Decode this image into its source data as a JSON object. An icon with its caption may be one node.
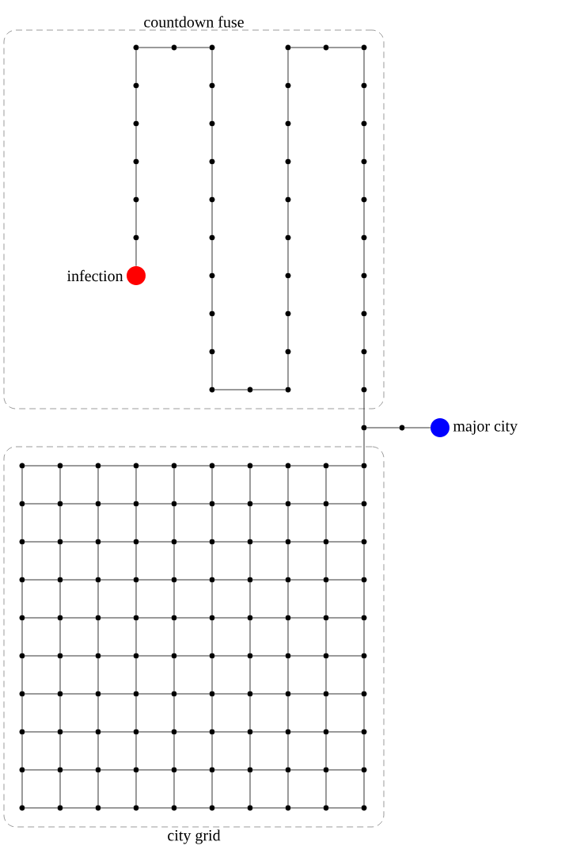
{
  "diagram": {
    "nodes": [
      {
        "text": [
          "countdown fuse"
        ]
      },
      {
        "text": [],
        "shape": "circle",
        "beside": [
          "infection"
        ],
        "in": 0
      },
      {
        "text": [],
        "shape": "circle",
        "in": 0
      },
      {
        "text": [],
        "shape": "circle",
        "in": 0
      },
      {
        "text": [],
        "shape": "circle",
        "in": 0
      },
      {
        "text": [],
        "shape": "circle",
        "in": 0
      },
      {
        "text": [],
        "shape": "circle",
        "in": 0
      },
      {
        "text": [],
        "shape": "circle",
        "in": 0
      },
      {
        "text": [],
        "shape": "circle",
        "in": 0
      },
      {
        "text": [],
        "shape": "circle",
        "in": 0
      },
      {
        "text": [],
        "shape": "circle",
        "in": 0
      },
      {
        "text": [],
        "shape": "circle",
        "in": 0
      },
      {
        "text": [],
        "shape": "circle",
        "in": 0
      },
      {
        "text": [],
        "shape": "circle",
        "in": 0
      },
      {
        "text": [],
        "shape": "circle",
        "in": 0
      },
      {
        "text": [],
        "shape": "circle",
        "in": 0
      },
      {
        "text": [],
        "shape": "circle",
        "in": 0
      },
      {
        "text": [],
        "shape": "circle",
        "in": 0
      },
      {
        "text": [],
        "shape": "circle",
        "in": 0
      },
      {
        "text": [],
        "shape": "circle",
        "in": 0
      },
      {
        "text": [],
        "shape": "circle",
        "in": 0
      },
      {
        "text": [],
        "shape": "circle",
        "in": 0
      },
      {
        "text": [],
        "shape": "circle",
        "in": 0
      },
      {
        "text": [],
        "shape": "circle",
        "in": 0
      },
      {
        "text": [],
        "shape": "circle",
        "in": 0
      },
      {
        "text": [],
        "shape": "circle",
        "in": 0
      },
      {
        "text": [],
        "shape": "circle",
        "in": 0
      },
      {
        "text": [],
        "shape": "circle",
        "in": 0
      },
      {
        "text": [],
        "shape": "circle",
        "in": 0
      },
      {
        "text": [],
        "shape": "circle",
        "in": 0
      },
      {
        "text": [],
        "shape": "circle",
        "in": 0
      },
      {
        "text": [],
        "shape": "circle",
        "in": 0
      },
      {
        "text": [],
        "shape": "circle",
        "in": 0
      },
      {
        "text": [],
        "shape": "circle",
        "in": 0
      },
      {
        "text": [],
        "shape": "circle",
        "in": 0
      },
      {
        "text": [],
        "shape": "circle",
        "in": 0
      },
      {
        "text": [],
        "shape": "circle",
        "in": 0
      },
      {
        "text": [],
        "shape": "circle",
        "in": 0
      },
      {
        "text": [],
        "shape": "circle",
        "in": 0
      },
      {
        "text": [],
        "shape": "circle",
        "in": 0
      },
      {
        "text": [],
        "shape": "circle",
        "in": 0
      },
      {
        "text": [],
        "shape": "circle"
      },
      {
        "text": [],
        "shape": "circle"
      },
      {
        "text": [],
        "shape": "circle",
        "beside": [
          "major city"
        ]
      },
      {
        "text": [
          "city grid"
        ]
      },
      {
        "text": [],
        "shape": "circle",
        "in": 44
      },
      {
        "text": [],
        "shape": "circle",
        "in": 44
      },
      {
        "text": [],
        "shape": "circle",
        "in": 44
      },
      {
        "text": [],
        "shape": "circle",
        "in": 44
      },
      {
        "text": [],
        "shape": "circle",
        "in": 44
      },
      {
        "text": [],
        "shape": "circle",
        "in": 44
      },
      {
        "text": [],
        "shape": "circle",
        "in": 44
      },
      {
        "text": [],
        "shape": "circle",
        "in": 44
      },
      {
        "text": [],
        "shape": "circle",
        "in": 44
      },
      {
        "text": [],
        "shape": "circle",
        "in": 44
      },
      {
        "text": [],
        "shape": "circle",
        "in": 44
      },
      {
        "text": [],
        "shape": "circle",
        "in": 44
      },
      {
        "text": [],
        "shape": "circle",
        "in": 44
      },
      {
        "text": [],
        "shape": "circle",
        "in": 44
      },
      {
        "text": [],
        "shape": "circle",
        "in": 44
      },
      {
        "text": [],
        "shape": "circle",
        "in": 44
      },
      {
        "text": [],
        "shape": "circle",
        "in": 44
      },
      {
        "text": [],
        "shape": "circle",
        "in": 44
      },
      {
        "text": [],
        "shape": "circle",
        "in": 44
      },
      {
        "text": [],
        "shape": "circle",
        "in": 44
      },
      {
        "text": [],
        "shape": "circle",
        "in": 44
      },
      {
        "text": [],
        "shape": "circle",
        "in": 44
      },
      {
        "text": [],
        "shape": "circle",
        "in": 44
      },
      {
        "text": [],
        "shape": "circle",
        "in": 44
      },
      {
        "text": [],
        "shape": "circle",
        "in": 44
      },
      {
        "text": [],
        "shape": "circle",
        "in": 44
      },
      {
        "text": [],
        "shape": "circle",
        "in": 44
      },
      {
        "text": [],
        "shape": "circle",
        "in": 44
      },
      {
        "text": [],
        "shape": "circle",
        "in": 44
      },
      {
        "text": [],
        "shape": "circle",
        "in": 44
      },
      {
        "text": [],
        "shape": "circle",
        "in": 44
      },
      {
        "text": [],
        "shape": "circle",
        "in": 44
      },
      {
        "text": [],
        "shape": "circle",
        "in": 44
      },
      {
        "text": [],
        "shape": "circle",
        "in": 44
      },
      {
        "text": [],
        "shape": "circle",
        "in": 44
      },
      {
        "text": [],
        "shape": "circle",
        "in": 44
      },
      {
        "text": [],
        "shape": "circle",
        "in": 44
      },
      {
        "text": [],
        "shape": "circle",
        "in": 44
      },
      {
        "text": [],
        "shape": "circle",
        "in": 44
      },
      {
        "text": [],
        "shape": "circle",
        "in": 44
      },
      {
        "text": [],
        "shape": "circle",
        "in": 44
      },
      {
        "text": [],
        "shape": "circle",
        "in": 44
      },
      {
        "text": [],
        "shape": "circle",
        "in": 44
      },
      {
        "text": [],
        "shape": "circle",
        "in": 44
      },
      {
        "text": [],
        "shape": "circle",
        "in": 44
      },
      {
        "text": [],
        "shape": "circle",
        "in": 44
      },
      {
        "text": [],
        "shape": "circle",
        "in": 44
      },
      {
        "text": [],
        "shape": "circle",
        "in": 44
      },
      {
        "text": [],
        "shape": "circle",
        "in": 44
      },
      {
        "text": [],
        "shape": "circle",
        "in": 44
      },
      {
        "text": [],
        "shape": "circle",
        "in": 44
      },
      {
        "text": [],
        "shape": "circle",
        "in": 44
      },
      {
        "text": [],
        "shape": "circle",
        "in": 44
      },
      {
        "text": [],
        "shape": "circle",
        "in": 44
      },
      {
        "text": [],
        "shape": "circle",
        "in": 44
      },
      {
        "text": [],
        "shape": "circle",
        "in": 44
      },
      {
        "text": [],
        "shape": "circle",
        "in": 44
      },
      {
        "text": [],
        "shape": "circle",
        "in": 44
      },
      {
        "text": [],
        "shape": "circle",
        "in": 44
      },
      {
        "text": [],
        "shape": "circle",
        "in": 44
      },
      {
        "text": [],
        "shape": "circle",
        "in": 44
      },
      {
        "text": [],
        "shape": "circle",
        "in": 44
      },
      {
        "text": [],
        "shape": "circle",
        "in": 44
      },
      {
        "text": [],
        "shape": "circle",
        "in": 44
      },
      {
        "text": [],
        "shape": "circle",
        "in": 44
      },
      {
        "text": [],
        "shape": "circle",
        "in": 44
      },
      {
        "text": [],
        "shape": "circle",
        "in": 44
      },
      {
        "text": [],
        "shape": "circle",
        "in": 44
      },
      {
        "text": [],
        "shape": "circle",
        "in": 44
      },
      {
        "text": [],
        "shape": "circle",
        "in": 44
      },
      {
        "text": [],
        "shape": "circle",
        "in": 44
      },
      {
        "text": [],
        "shape": "circle",
        "in": 44
      },
      {
        "text": [],
        "shape": "circle",
        "in": 44
      },
      {
        "text": [],
        "shape": "circle",
        "in": 44
      },
      {
        "text": [],
        "shape": "circle",
        "in": 44
      },
      {
        "text": [],
        "shape": "circle",
        "in": 44
      },
      {
        "text": [],
        "shape": "circle",
        "in": 44
      },
      {
        "text": [],
        "shape": "circle",
        "in": 44
      },
      {
        "text": [],
        "shape": "circle",
        "in": 44
      },
      {
        "text": [],
        "shape": "circle",
        "in": 44
      },
      {
        "text": [],
        "shape": "circle",
        "in": 44
      },
      {
        "text": [],
        "shape": "circle",
        "in": 44
      },
      {
        "text": [],
        "shape": "circle",
        "in": 44
      },
      {
        "text": [],
        "shape": "circle",
        "in": 44
      },
      {
        "text": [],
        "shape": "circle",
        "in": 44
      },
      {
        "text": [],
        "shape": "circle",
        "in": 44
      },
      {
        "text": [],
        "shape": "circle",
        "in": 44
      },
      {
        "text": [],
        "shape": "circle",
        "in": 44
      },
      {
        "text": [],
        "shape": "circle",
        "in": 44
      },
      {
        "text": [],
        "shape": "circle",
        "in": 44
      },
      {
        "text": [],
        "shape": "circle",
        "in": 44
      },
      {
        "text": [],
        "shape": "circle",
        "in": 44
      },
      {
        "text": [],
        "shape": "circle",
        "in": 44
      },
      {
        "text": [],
        "shape": "circle",
        "in": 44
      },
      {
        "text": [],
        "shape": "circle",
        "in": 44
      },
      {
        "text": [],
        "shape": "circle",
        "in": 44
      },
      {
        "text": [],
        "shape": "circle",
        "in": 44
      },
      {
        "text": [],
        "shape": "circle",
        "in": 44
      },
      {
        "text": [],
        "shape": "circle",
        "in": 44
      },
      {
        "text": [],
        "shape": "circle",
        "in": 44
      }
    ],
    "edges": [
      {
        "from": 1,
        "to": 2,
        "arrow": "none"
      },
      {
        "from": 2,
        "to": 3,
        "arrow": "none"
      },
      {
        "from": 3,
        "to": 4,
        "arrow": "none"
      },
      {
        "from": 4,
        "to": 5,
        "arrow": "none"
      },
      {
        "from": 5,
        "to": 6,
        "arrow": "none"
      },
      {
        "from": 6,
        "to": 7,
        "arrow": "none"
      },
      {
        "from": 7,
        "to": 8,
        "arrow": "none"
      },
      {
        "from": 8,
        "to": 9,
        "arrow": "none"
      },
      {
        "from": 9,
        "to": 10,
        "arrow": "none"
      },
      {
        "from": 10,
        "to": 11,
        "arrow": "none"
      },
      {
        "from": 11,
        "to": 12,
        "arrow": "none"
      },
      {
        "from": 12,
        "to": 13,
        "arrow": "none"
      },
      {
        "from": 13,
        "to": 14,
        "arrow": "none"
      },
      {
        "from": 14,
        "to": 15,
        "arrow": "none"
      },
      {
        "from": 15,
        "to": 16,
        "arrow": "none"
      },
      {
        "from": 16,
        "to": 17,
        "arrow": "none"
      },
      {
        "from": 17,
        "to": 18,
        "arrow": "none"
      },
      {
        "from": 18,
        "to": 19,
        "arrow": "none"
      },
      {
        "from": 19,
        "to": 20,
        "arrow": "none"
      },
      {
        "from": 20,
        "to": 21,
        "arrow": "none"
      },
      {
        "from": 21,
        "to": 22,
        "arrow": "none"
      },
      {
        "from": 22,
        "to": 23,
        "arrow": "none"
      },
      {
        "from": 23,
        "to": 24,
        "arrow": "none"
      },
      {
        "from": 24,
        "to": 25,
        "arrow": "none"
      },
      {
        "from": 25,
        "to": 26,
        "arrow": "none"
      },
      {
        "from": 26,
        "to": 27,
        "arrow": "none"
      },
      {
        "from": 27,
        "to": 28,
        "arrow": "none"
      },
      {
        "from": 28,
        "to": 29,
        "arrow": "none"
      },
      {
        "from": 29,
        "to": 30,
        "arrow": "none"
      },
      {
        "from": 30,
        "to": 31,
        "arrow": "none"
      },
      {
        "from": 31,
        "to": 32,
        "arrow": "none"
      },
      {
        "from": 32,
        "to": 33,
        "arrow": "none"
      },
      {
        "from": 33,
        "to": 34,
        "arrow": "none"
      },
      {
        "from": 34,
        "to": 35,
        "arrow": "none"
      },
      {
        "from": 35,
        "to": 36,
        "arrow": "none"
      },
      {
        "from": 36,
        "to": 37,
        "arrow": "none"
      },
      {
        "from": 37,
        "to": 38,
        "arrow": "none"
      },
      {
        "from": 38,
        "to": 39,
        "arrow": "none"
      },
      {
        "from": 39,
        "to": 40,
        "arrow": "none"
      },
      {
        "from": 40,
        "to": 41,
        "arrow": "none"
      },
      {
        "from": 41,
        "to": 42,
        "arrow": "none"
      },
      {
        "from": 42,
        "to": 43,
        "arrow": "none"
      },
      {
        "from": 41,
        "to": 54,
        "arrow": "none"
      },
      {
        "from": 45,
        "to": 46,
        "arrow": "none"
      },
      {
        "from": 46,
        "to": 47,
        "arrow": "none"
      },
      {
        "from": 47,
        "to": 48,
        "arrow": "none"
      },
      {
        "from": 48,
        "to": 49,
        "arrow": "none"
      },
      {
        "from": 49,
        "to": 50,
        "arrow": "none"
      },
      {
        "from": 50,
        "to": 51,
        "arrow": "none"
      },
      {
        "from": 51,
        "to": 52,
        "arrow": "none"
      },
      {
        "from": 52,
        "to": 53,
        "arrow": "none"
      },
      {
        "from": 53,
        "to": 54,
        "arrow": "none"
      },
      {
        "from": 55,
        "to": 56,
        "arrow": "none"
      },
      {
        "from": 56,
        "to": 57,
        "arrow": "none"
      },
      {
        "from": 57,
        "to": 58,
        "arrow": "none"
      },
      {
        "from": 58,
        "to": 59,
        "arrow": "none"
      },
      {
        "from": 59,
        "to": 60,
        "arrow": "none"
      },
      {
        "from": 60,
        "to": 61,
        "arrow": "none"
      },
      {
        "from": 61,
        "to": 62,
        "arrow": "none"
      },
      {
        "from": 62,
        "to": 63,
        "arrow": "none"
      },
      {
        "from": 63,
        "to": 64,
        "arrow": "none"
      },
      {
        "from": 65,
        "to": 66,
        "arrow": "none"
      },
      {
        "from": 66,
        "to": 67,
        "arrow": "none"
      },
      {
        "from": 67,
        "to": 68,
        "arrow": "none"
      },
      {
        "from": 68,
        "to": 69,
        "arrow": "none"
      },
      {
        "from": 69,
        "to": 70,
        "arrow": "none"
      },
      {
        "from": 70,
        "to": 71,
        "arrow": "none"
      },
      {
        "from": 71,
        "to": 72,
        "arrow": "none"
      },
      {
        "from": 72,
        "to": 73,
        "arrow": "none"
      },
      {
        "from": 73,
        "to": 74,
        "arrow": "none"
      },
      {
        "from": 75,
        "to": 76,
        "arrow": "none"
      },
      {
        "from": 76,
        "to": 77,
        "arrow": "none"
      },
      {
        "from": 77,
        "to": 78,
        "arrow": "none"
      },
      {
        "from": 78,
        "to": 79,
        "arrow": "none"
      },
      {
        "from": 79,
        "to": 80,
        "arrow": "none"
      },
      {
        "from": 80,
        "to": 81,
        "arrow": "none"
      },
      {
        "from": 81,
        "to": 82,
        "arrow": "none"
      },
      {
        "from": 82,
        "to": 83,
        "arrow": "none"
      },
      {
        "from": 83,
        "to": 84,
        "arrow": "none"
      },
      {
        "from": 85,
        "to": 86,
        "arrow": "none"
      },
      {
        "from": 86,
        "to": 87,
        "arrow": "none"
      },
      {
        "from": 87,
        "to": 88,
        "arrow": "none"
      },
      {
        "from": 88,
        "to": 89,
        "arrow": "none"
      },
      {
        "from": 89,
        "to": 90,
        "arrow": "none"
      },
      {
        "from": 90,
        "to": 91,
        "arrow": "none"
      },
      {
        "from": 91,
        "to": 92,
        "arrow": "none"
      },
      {
        "from": 92,
        "to": 93,
        "arrow": "none"
      },
      {
        "from": 93,
        "to": 94,
        "arrow": "none"
      },
      {
        "from": 95,
        "to": 96,
        "arrow": "none"
      },
      {
        "from": 96,
        "to": 97,
        "arrow": "none"
      },
      {
        "from": 97,
        "to": 98,
        "arrow": "none"
      },
      {
        "from": 98,
        "to": 99,
        "arrow": "none"
      },
      {
        "from": 99,
        "to": 100,
        "arrow": "none"
      },
      {
        "from": 100,
        "to": 101,
        "arrow": "none"
      },
      {
        "from": 101,
        "to": 102,
        "arrow": "none"
      },
      {
        "from": 102,
        "to": 103,
        "arrow": "none"
      },
      {
        "from": 103,
        "to": 104,
        "arrow": "none"
      },
      {
        "from": 105,
        "to": 106,
        "arrow": "none"
      },
      {
        "from": 106,
        "to": 107,
        "arrow": "none"
      },
      {
        "from": 107,
        "to": 108,
        "arrow": "none"
      },
      {
        "from": 108,
        "to": 109,
        "arrow": "none"
      },
      {
        "from": 109,
        "to": 110,
        "arrow": "none"
      },
      {
        "from": 110,
        "to": 111,
        "arrow": "none"
      },
      {
        "from": 111,
        "to": 112,
        "arrow": "none"
      },
      {
        "from": 112,
        "to": 113,
        "arrow": "none"
      },
      {
        "from": 113,
        "to": 114,
        "arrow": "none"
      },
      {
        "from": 115,
        "to": 116,
        "arrow": "none"
      },
      {
        "from": 116,
        "to": 117,
        "arrow": "none"
      },
      {
        "from": 117,
        "to": 118,
        "arrow": "none"
      },
      {
        "from": 118,
        "to": 119,
        "arrow": "none"
      },
      {
        "from": 119,
        "to": 120,
        "arrow": "none"
      },
      {
        "from": 120,
        "to": 121,
        "arrow": "none"
      },
      {
        "from": 121,
        "to": 122,
        "arrow": "none"
      },
      {
        "from": 122,
        "to": 123,
        "arrow": "none"
      },
      {
        "from": 123,
        "to": 124,
        "arrow": "none"
      },
      {
        "from": 125,
        "to": 126,
        "arrow": "none"
      },
      {
        "from": 126,
        "to": 127,
        "arrow": "none"
      },
      {
        "from": 127,
        "to": 128,
        "arrow": "none"
      },
      {
        "from": 128,
        "to": 129,
        "arrow": "none"
      },
      {
        "from": 129,
        "to": 130,
        "arrow": "none"
      },
      {
        "from": 130,
        "to": 131,
        "arrow": "none"
      },
      {
        "from": 131,
        "to": 132,
        "arrow": "none"
      },
      {
        "from": 132,
        "to": 133,
        "arrow": "none"
      },
      {
        "from": 133,
        "to": 134,
        "arrow": "none"
      },
      {
        "from": 135,
        "to": 136,
        "arrow": "none"
      },
      {
        "from": 136,
        "to": 137,
        "arrow": "none"
      },
      {
        "from": 137,
        "to": 138,
        "arrow": "none"
      },
      {
        "from": 138,
        "to": 139,
        "arrow": "none"
      },
      {
        "from": 139,
        "to": 140,
        "arrow": "none"
      },
      {
        "from": 140,
        "to": 141,
        "arrow": "none"
      },
      {
        "from": 141,
        "to": 142,
        "arrow": "none"
      },
      {
        "from": 142,
        "to": 143,
        "arrow": "none"
      },
      {
        "from": 143,
        "to": 144,
        "arrow": "none"
      },
      {
        "from": 45,
        "to": 55,
        "arrow": "none"
      },
      {
        "from": 46,
        "to": 56,
        "arrow": "none"
      },
      {
        "from": 47,
        "to": 57,
        "arrow": "none"
      },
      {
        "from": 48,
        "to": 58,
        "arrow": "none"
      },
      {
        "from": 49,
        "to": 59,
        "arrow": "none"
      },
      {
        "from": 50,
        "to": 60,
        "arrow": "none"
      },
      {
        "from": 51,
        "to": 61,
        "arrow": "none"
      },
      {
        "from": 52,
        "to": 62,
        "arrow": "none"
      },
      {
        "from": 53,
        "to": 63,
        "arrow": "none"
      },
      {
        "from": 54,
        "to": 64,
        "arrow": "none"
      },
      {
        "from": 55,
        "to": 65,
        "arrow": "none"
      },
      {
        "from": 56,
        "to": 66,
        "arrow": "none"
      },
      {
        "from": 57,
        "to": 67,
        "arrow": "none"
      },
      {
        "from": 58,
        "to": 68,
        "arrow": "none"
      },
      {
        "from": 59,
        "to": 69,
        "arrow": "none"
      },
      {
        "from": 60,
        "to": 70,
        "arrow": "none"
      },
      {
        "from": 61,
        "to": 71,
        "arrow": "none"
      },
      {
        "from": 62,
        "to": 72,
        "arrow": "none"
      },
      {
        "from": 63,
        "to": 73,
        "arrow": "none"
      },
      {
        "from": 64,
        "to": 74,
        "arrow": "none"
      },
      {
        "from": 65,
        "to": 75,
        "arrow": "none"
      },
      {
        "from": 66,
        "to": 76,
        "arrow": "none"
      },
      {
        "from": 67,
        "to": 77,
        "arrow": "none"
      },
      {
        "from": 68,
        "to": 78,
        "arrow": "none"
      },
      {
        "from": 69,
        "to": 79,
        "arrow": "none"
      },
      {
        "from": 70,
        "to": 80,
        "arrow": "none"
      },
      {
        "from": 71,
        "to": 81,
        "arrow": "none"
      },
      {
        "from": 72,
        "to": 82,
        "arrow": "none"
      },
      {
        "from": 73,
        "to": 83,
        "arrow": "none"
      },
      {
        "from": 74,
        "to": 84,
        "arrow": "none"
      },
      {
        "from": 75,
        "to": 85,
        "arrow": "none"
      },
      {
        "from": 76,
        "to": 86,
        "arrow": "none"
      },
      {
        "from": 77,
        "to": 87,
        "arrow": "none"
      },
      {
        "from": 78,
        "to": 88,
        "arrow": "none"
      },
      {
        "from": 79,
        "to": 89,
        "arrow": "none"
      },
      {
        "from": 80,
        "to": 90,
        "arrow": "none"
      },
      {
        "from": 81,
        "to": 91,
        "arrow": "none"
      },
      {
        "from": 82,
        "to": 92,
        "arrow": "none"
      },
      {
        "from": 83,
        "to": 93,
        "arrow": "none"
      },
      {
        "from": 84,
        "to": 94,
        "arrow": "none"
      },
      {
        "from": 85,
        "to": 95,
        "arrow": "none"
      },
      {
        "from": 86,
        "to": 96,
        "arrow": "none"
      },
      {
        "from": 87,
        "to": 97,
        "arrow": "none"
      },
      {
        "from": 88,
        "to": 98,
        "arrow": "none"
      },
      {
        "from": 89,
        "to": 99,
        "arrow": "none"
      },
      {
        "from": 90,
        "to": 100,
        "arrow": "none"
      },
      {
        "from": 91,
        "to": 101,
        "arrow": "none"
      },
      {
        "from": 92,
        "to": 102,
        "arrow": "none"
      },
      {
        "from": 93,
        "to": 103,
        "arrow": "none"
      },
      {
        "from": 94,
        "to": 104,
        "arrow": "none"
      },
      {
        "from": 95,
        "to": 105,
        "arrow": "none"
      },
      {
        "from": 96,
        "to": 106,
        "arrow": "none"
      },
      {
        "from": 97,
        "to": 107,
        "arrow": "none"
      },
      {
        "from": 98,
        "to": 108,
        "arrow": "none"
      },
      {
        "from": 99,
        "to": 109,
        "arrow": "none"
      },
      {
        "from": 100,
        "to": 110,
        "arrow": "none"
      },
      {
        "from": 101,
        "to": 111,
        "arrow": "none"
      },
      {
        "from": 102,
        "to": 112,
        "arrow": "none"
      },
      {
        "from": 103,
        "to": 113,
        "arrow": "none"
      },
      {
        "from": 104,
        "to": 114,
        "arrow": "none"
      },
      {
        "from": 105,
        "to": 115,
        "arrow": "none"
      },
      {
        "from": 106,
        "to": 116,
        "arrow": "none"
      },
      {
        "from": 107,
        "to": 117,
        "arrow": "none"
      },
      {
        "from": 108,
        "to": 118,
        "arrow": "none"
      },
      {
        "from": 109,
        "to": 119,
        "arrow": "none"
      },
      {
        "from": 110,
        "to": 120,
        "arrow": "none"
      },
      {
        "from": 111,
        "to": 121,
        "arrow": "none"
      },
      {
        "from": 112,
        "to": 122,
        "arrow": "none"
      },
      {
        "from": 113,
        "to": 123,
        "arrow": "none"
      },
      {
        "from": 114,
        "to": 124,
        "arrow": "none"
      },
      {
        "from": 115,
        "to": 125,
        "arrow": "none"
      },
      {
        "from": 116,
        "to": 126,
        "arrow": "none"
      },
      {
        "from": 117,
        "to": 127,
        "arrow": "none"
      },
      {
        "from": 118,
        "to": 128,
        "arrow": "none"
      },
      {
        "from": 119,
        "to": 129,
        "arrow": "none"
      },
      {
        "from": 120,
        "to": 130,
        "arrow": "none"
      },
      {
        "from": 121,
        "to": 131,
        "arrow": "none"
      },
      {
        "from": 122,
        "to": 132,
        "arrow": "none"
      },
      {
        "from": 123,
        "to": 133,
        "arrow": "none"
      },
      {
        "from": 124,
        "to": 134,
        "arrow": "none"
      },
      {
        "from": 125,
        "to": 135,
        "arrow": "none"
      },
      {
        "from": 126,
        "to": 136,
        "arrow": "none"
      },
      {
        "from": 127,
        "to": 137,
        "arrow": "none"
      },
      {
        "from": 128,
        "to": 138,
        "arrow": "none"
      },
      {
        "from": 129,
        "to": 139,
        "arrow": "none"
      },
      {
        "from": 130,
        "to": 140,
        "arrow": "none"
      },
      {
        "from": 131,
        "to": 141,
        "arrow": "none"
      },
      {
        "from": 132,
        "to": 142,
        "arrow": "none"
      },
      {
        "from": 133,
        "to": 143,
        "arrow": "none"
      },
      {
        "from": 134,
        "to": 144,
        "arrow": "none"
      }
    ]
  }
}
